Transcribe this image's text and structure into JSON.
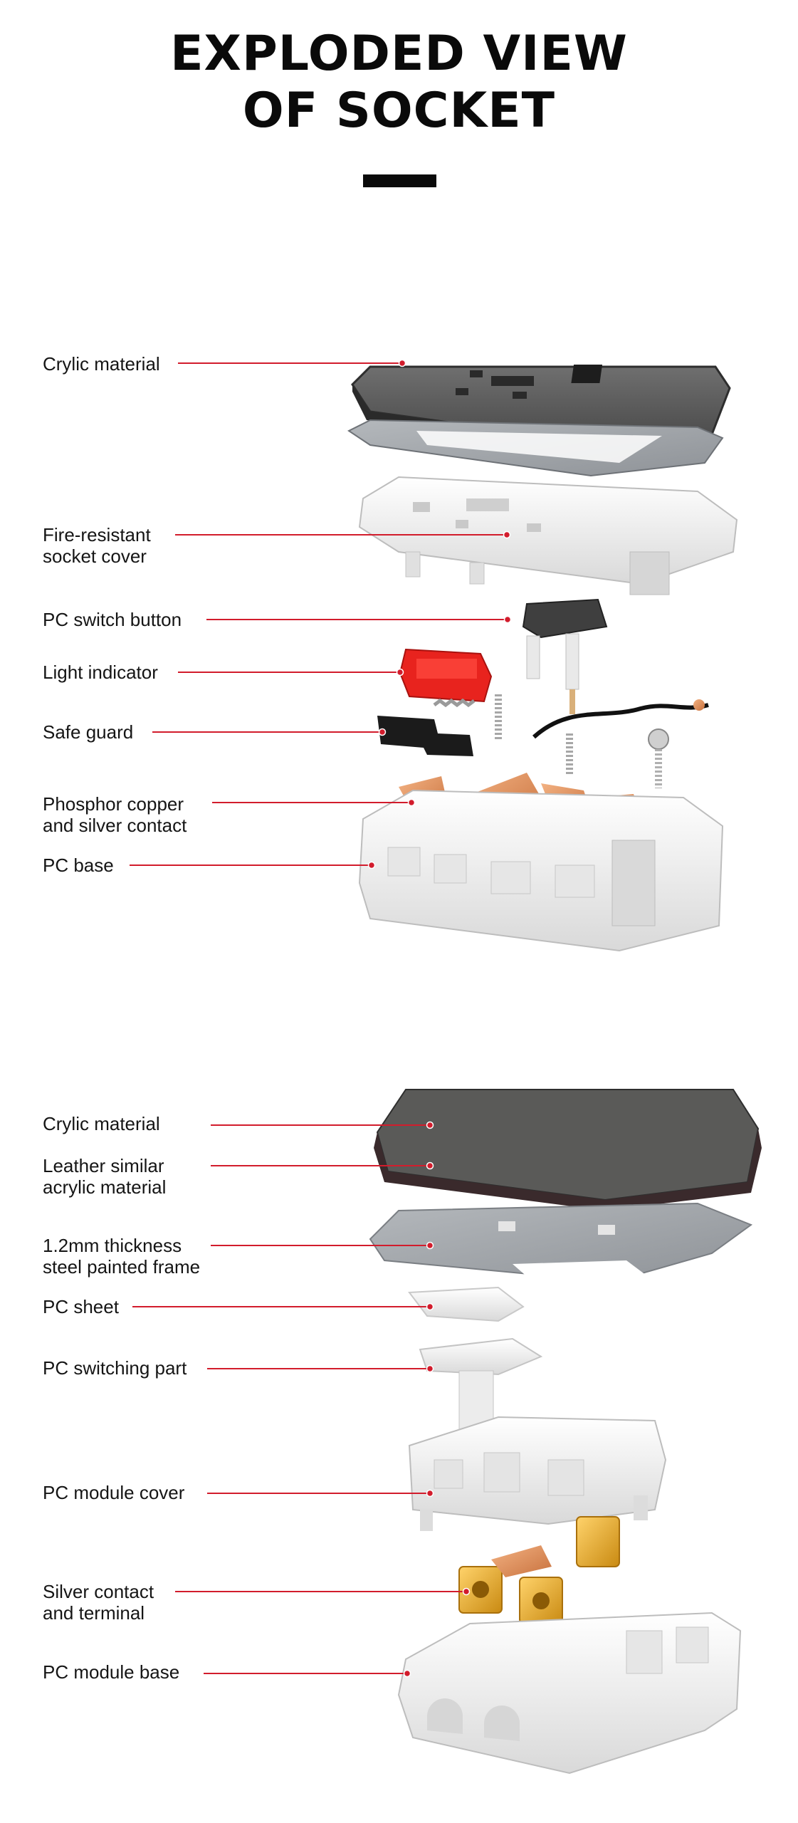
{
  "title": {
    "line1": "EXPLODED VIEW",
    "line2": "OF SOCKET"
  },
  "colors": {
    "leader_line": "#d21c2c",
    "title": "#0a0a0a"
  },
  "section1": {
    "labels": [
      {
        "line1": "Crylic material",
        "line2": ""
      },
      {
        "line1": "Fire-resistant",
        "line2": "socket cover"
      },
      {
        "line1": "PC switch button",
        "line2": ""
      },
      {
        "line1": "Light indicator",
        "line2": ""
      },
      {
        "line1": "Safe guard",
        "line2": ""
      },
      {
        "line1": "Phosphor copper",
        "line2": "and silver contact"
      },
      {
        "line1": "PC base",
        "line2": ""
      }
    ]
  },
  "section2": {
    "labels": [
      {
        "line1": "Crylic material",
        "line2": ""
      },
      {
        "line1": "Leather similar",
        "line2": "acrylic material"
      },
      {
        "line1": "1.2mm thickness",
        "line2": "steel painted frame"
      },
      {
        "line1": "PC sheet",
        "line2": ""
      },
      {
        "line1": "PC switching part",
        "line2": ""
      },
      {
        "line1": "PC module cover",
        "line2": ""
      },
      {
        "line1": "Silver contact",
        "line2": "and terminal"
      },
      {
        "line1": "PC module base",
        "line2": ""
      }
    ]
  }
}
